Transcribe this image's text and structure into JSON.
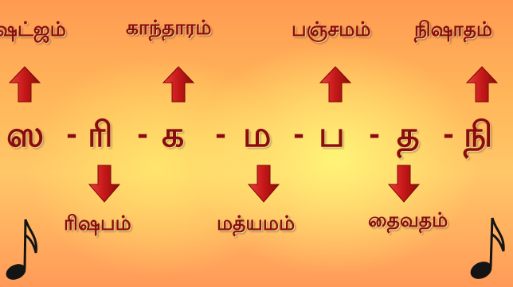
{
  "upper_labels": {
    "shadjam": "ஷட்ஜம்",
    "gandharam": "காந்தாரம்",
    "panchamam": "பஞ்சமம்",
    "nishadam": "நிஷாதம்"
  },
  "lower_labels": {
    "rishabam": "ரிஷபம்",
    "madhyamam": "மத்யமம்",
    "dhaivatham": "தைவதம்"
  },
  "notes": {
    "sa": "ஸ",
    "ri": "ரி",
    "ga": "க",
    "ma": "ம",
    "pa": "ப",
    "dha": "த",
    "ni": "நி"
  },
  "separator": "-",
  "colors": {
    "text": "#8a0c0c",
    "arrow_dark": "#8e0a0a",
    "arrow_light": "#f03b3b"
  },
  "decorations": {
    "left_icon": "eighth-note-icon",
    "right_icon": "eighth-note-icon"
  }
}
